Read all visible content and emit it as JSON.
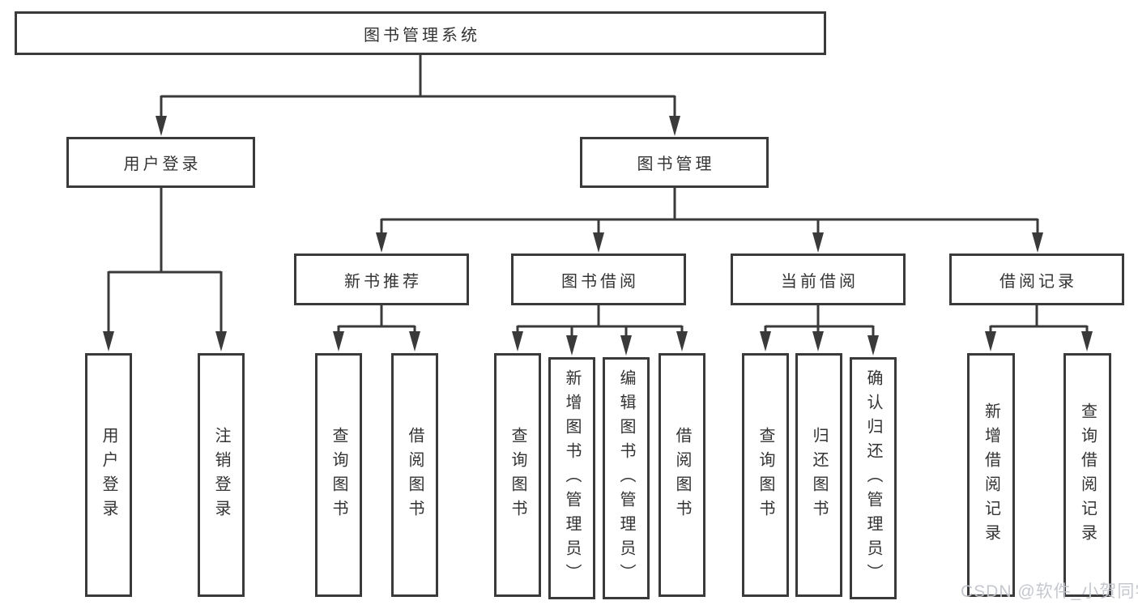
{
  "colors": {
    "background": "#ffffff",
    "box_border": "#3a3a3a",
    "connector_line": "#3a3a3a",
    "text": "#333333",
    "watermark": "#c1c5cb"
  },
  "watermark": "CSDN @软件_小贺同学",
  "tree": {
    "root": {
      "label": "图书管理系统",
      "children": [
        {
          "label": "用户登录",
          "children": [
            {
              "label": "用户登录"
            },
            {
              "label": "注销登录"
            }
          ]
        },
        {
          "label": "图书管理",
          "children": [
            {
              "label": "新书推荐",
              "children": [
                {
                  "label": "查询图书"
                },
                {
                  "label": "借阅图书"
                }
              ]
            },
            {
              "label": "图书借阅",
              "children": [
                {
                  "label": "查询图书"
                },
                {
                  "label": "新增图书（管理员）"
                },
                {
                  "label": "编辑图书（管理员）"
                },
                {
                  "label": "借阅图书"
                }
              ]
            },
            {
              "label": "当前借阅",
              "children": [
                {
                  "label": "查询图书"
                },
                {
                  "label": "归还图书"
                },
                {
                  "label": "确认归还（管理员）"
                }
              ]
            },
            {
              "label": "借阅记录",
              "children": [
                {
                  "label": "新增借阅记录"
                },
                {
                  "label": "查询借阅记录"
                }
              ]
            }
          ]
        }
      ]
    }
  }
}
